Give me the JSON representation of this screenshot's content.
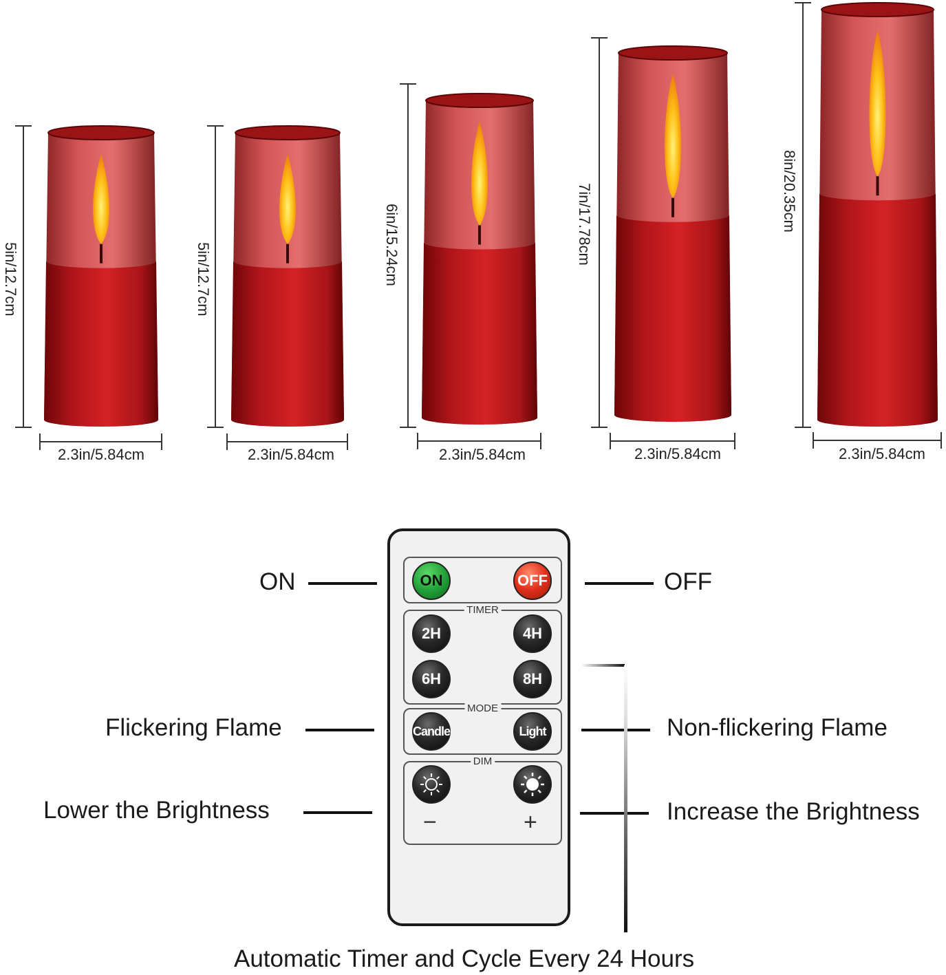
{
  "candles": [
    {
      "height_label": "5in/12.7cm",
      "width_label": "2.3in/5.84cm",
      "height_in": 5
    },
    {
      "height_label": "5in/12.7cm",
      "width_label": "2.3in/5.84cm",
      "height_in": 5
    },
    {
      "height_label": "6in/15.24cm",
      "width_label": "2.3in/5.84cm",
      "height_in": 6
    },
    {
      "height_label": "7in/17.78cm",
      "width_label": "2.3in/5.84cm",
      "height_in": 7
    },
    {
      "height_label": "8in/20.35cm",
      "width_label": "2.3in/5.84cm",
      "height_in": 8
    }
  ],
  "colors": {
    "candle_dark": "#7a0a0c",
    "candle_mid": "#c81a1c",
    "candle_light": "#e03030",
    "flame_core": "#ffe14a",
    "flame_outer": "#f08a10"
  },
  "remote": {
    "on_label": "ON",
    "off_label": "OFF",
    "timer_title": "TIMER",
    "timer_buttons": [
      "2H",
      "4H",
      "6H",
      "8H"
    ],
    "mode_title": "MODE",
    "mode_buttons": [
      "Candle",
      "Light"
    ],
    "dim_title": "DIM",
    "dim_minus": "−",
    "dim_plus": "+",
    "dim_down_icon": "sun-outline-icon",
    "dim_up_icon": "sun-filled-icon"
  },
  "callouts": {
    "on": "ON",
    "off": "OFF",
    "flicker": "Flickering Flame",
    "non_flicker": "Non-flickering Flame",
    "lower": "Lower the Brightness",
    "increase": "Increase the Brightness",
    "timer": "Automatic Timer and Cycle Every 24 Hours"
  }
}
